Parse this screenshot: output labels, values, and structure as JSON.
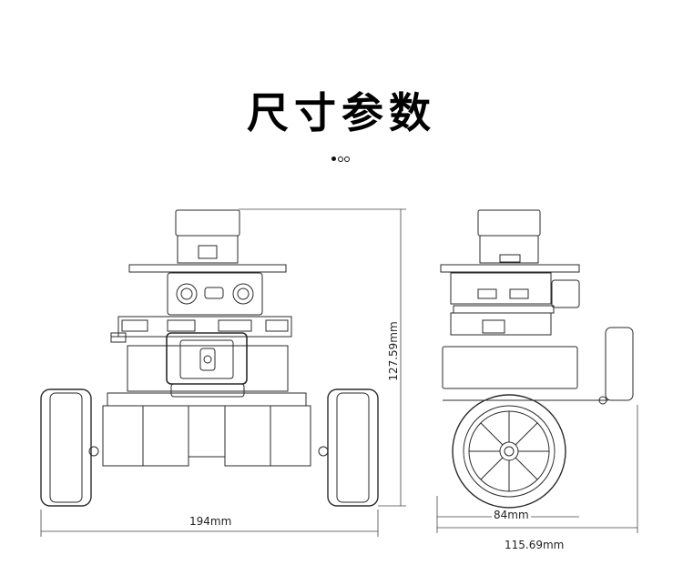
{
  "title": "尺寸参数",
  "dimensions": {
    "front_width": "194mm",
    "height": "127.59mm",
    "side_wheel": "84mm",
    "side_length": "115.69mm"
  },
  "colors": {
    "line": "#2a2a2a",
    "dim_line": "#444444",
    "dot_dark": "#111111"
  }
}
